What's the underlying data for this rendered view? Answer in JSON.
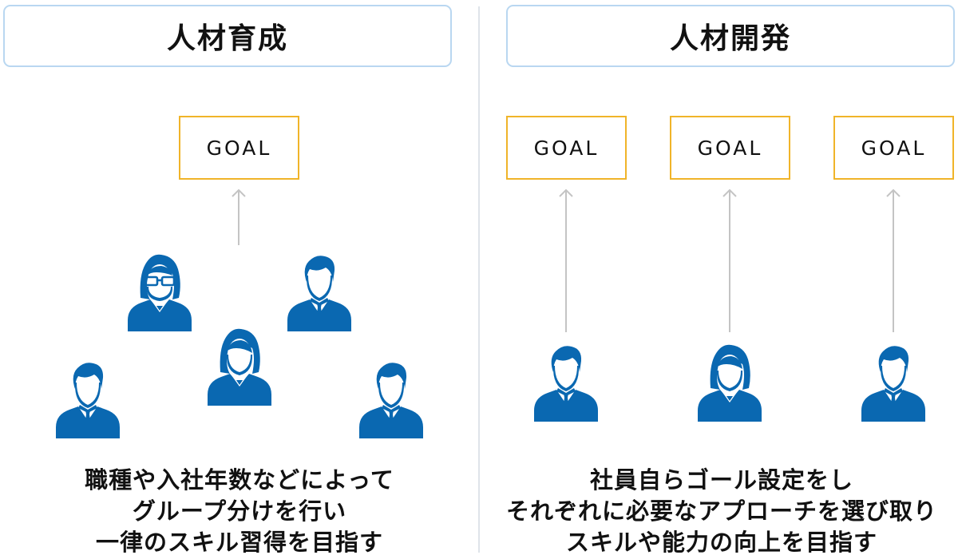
{
  "left_panel": {
    "title": "人材育成",
    "goal_label": "GOAL",
    "caption_lines": [
      "職種や入社年数などによって",
      "グループ分けを行い",
      "一律のスキル習得を目指す"
    ]
  },
  "right_panel": {
    "title": "人材開発",
    "goals": [
      "GOAL",
      "GOAL",
      "GOAL"
    ],
    "caption_lines": [
      "社員自らゴール設定をし",
      "それぞれに必要なアプローチを選び取り",
      "スキルや能力の向上を目指す"
    ]
  },
  "colors": {
    "person": "#0a68b1",
    "goal_border": "#f0b429",
    "title_border": "#b9d7f1",
    "arrow": "#c4c4c4"
  },
  "icons": [
    "person-woman-glasses-icon",
    "person-man-icon",
    "person-woman-icon",
    "person-man-icon",
    "person-man-icon",
    "person-man-icon",
    "person-woman-icon",
    "person-man-icon",
    "arrow-up-icon"
  ]
}
